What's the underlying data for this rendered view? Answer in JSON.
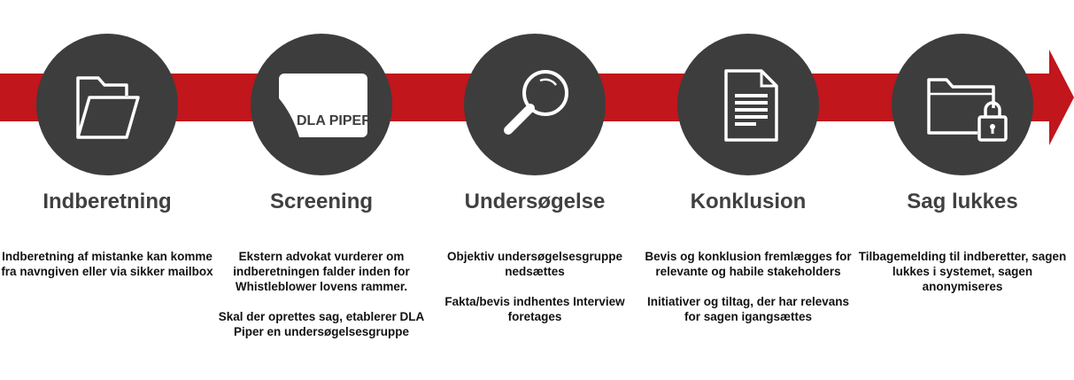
{
  "colors": {
    "arrow": "#c0161c",
    "circle": "#3d3d3d",
    "title": "#404040"
  },
  "steps": [
    {
      "icon": "open-folder-icon",
      "title": "Indberetning",
      "paragraphs": [
        "Indberetning af mistanke kan komme fra navngiven eller via sikker mailbox"
      ]
    },
    {
      "icon": "dla-piper-logo",
      "logo_text": "DLA PIPER",
      "title": "Screening",
      "paragraphs": [
        "Ekstern advokat vurderer om indberetningen falder inden for Whistleblower lovens rammer.",
        "Skal der oprettes sag, etablerer DLA Piper en undersøgelsesgruppe"
      ]
    },
    {
      "icon": "magnifier-icon",
      "title": "Undersøgelse",
      "paragraphs": [
        "Objektiv undersøgelsesgruppe nedsættes",
        "Fakta/bevis indhentes Interview foretages"
      ]
    },
    {
      "icon": "document-icon",
      "title": "Konklusion",
      "paragraphs": [
        "Bevis og konklusion fremlægges for relevante og habile stakeholders",
        "Initiativer og tiltag, der har relevans for sagen igangsættes"
      ]
    },
    {
      "icon": "locked-folder-icon",
      "title": "Sag lukkes",
      "paragraphs": [
        "Tilbagemelding til indberetter, sagen lukkes i systemet, sagen anonymiseres"
      ]
    }
  ]
}
